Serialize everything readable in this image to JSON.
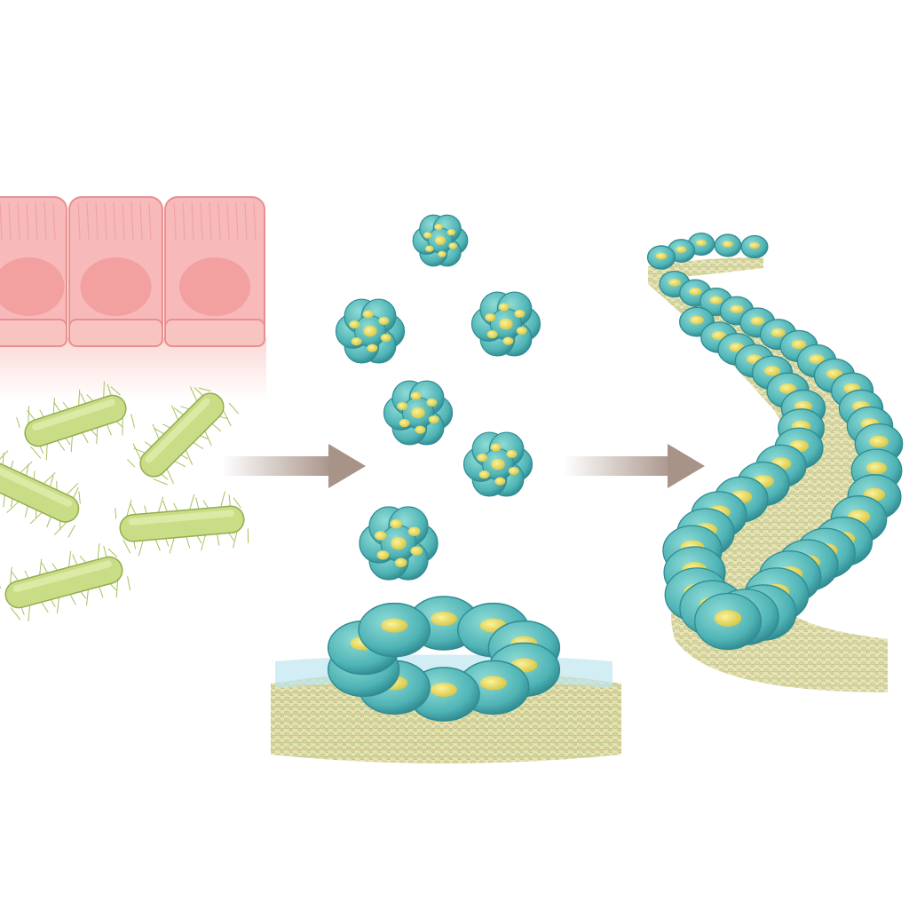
{
  "colors": {
    "background": "#ffffff",
    "epithelium": "#f7b9b9",
    "epithelium_nucleus": "#f09a9a",
    "bacteria": "#c9dd86",
    "bacteria_outline": "#93ad4c",
    "cell_teal": "#5fbfbf",
    "cell_teal_dark": "#2f8c92",
    "cell_nucleus": "#e9de6a",
    "arrow": "#a89388",
    "substrate": "#d8d29a"
  },
  "icons": [
    "epithelial-cells",
    "bacteria",
    "arrow-right",
    "cell-cluster",
    "cell-ring",
    "cell-chain"
  ]
}
